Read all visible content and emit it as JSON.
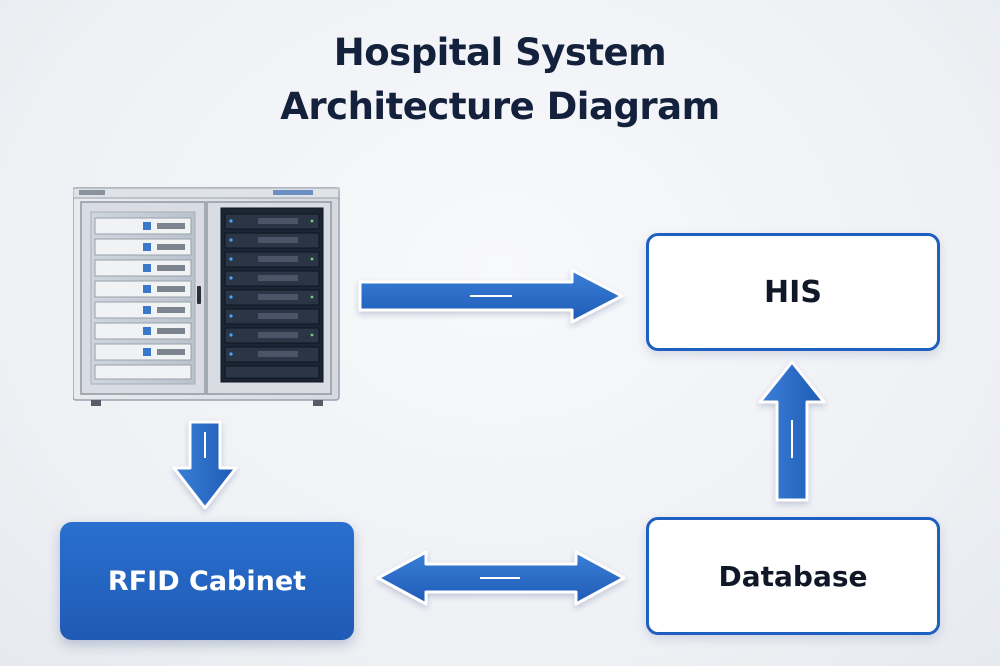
{
  "title": {
    "line1": "Hospital System",
    "line2": "Architecture Diagram"
  },
  "nodes": {
    "his": "HIS",
    "database": "Database",
    "rfid_cabinet": "RFID Cabinet"
  },
  "colors": {
    "accent": "#1f5fbf",
    "arrow": "#2466c7",
    "title": "#14213d"
  },
  "icons": {
    "server": "server-rack-icon"
  }
}
